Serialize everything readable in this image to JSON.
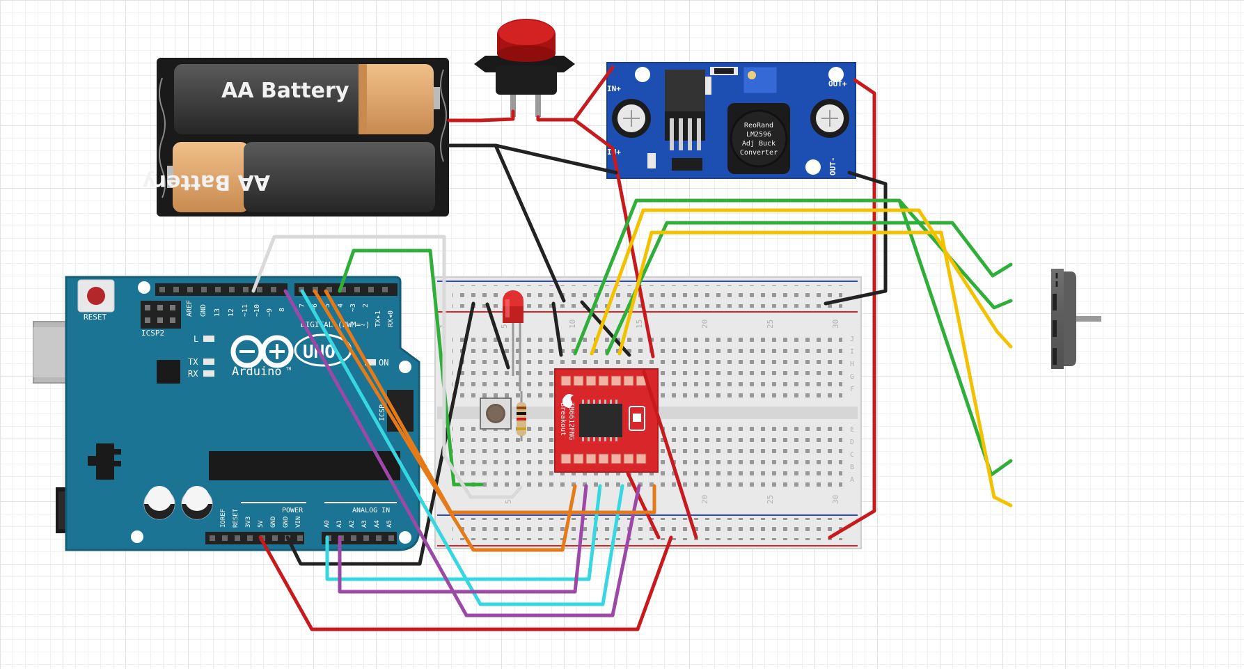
{
  "battery": {
    "label_top": "AA Battery",
    "label_bottom": "AA Battery"
  },
  "buck_converter": {
    "pin_in_plus_top": "IN+",
    "pin_in_plus_bottom": "IN+",
    "pin_out_plus": "OUT+",
    "pin_out_minus": "OUT-",
    "chip_label": [
      "ReoRand",
      "LM2596",
      "Adj Buck",
      "Converter"
    ]
  },
  "arduino": {
    "reset_label": "RESET",
    "icsp2_label": "ICSP2",
    "icsp_label": "ICSP",
    "logo_text": "Arduino",
    "trademark": "TM",
    "uno_text": "UNO",
    "on_label": "ON",
    "led_l": "L",
    "led_tx": "TX",
    "led_rx": "RX",
    "digital_pins_left": [
      "AREF",
      "GND",
      "13",
      "12",
      "~11",
      "~10",
      "~9",
      "8"
    ],
    "digital_pins_right": [
      "7",
      "~6",
      "~5",
      "4",
      "~3",
      "2",
      "TX▸1",
      "RX◂0"
    ],
    "digital_header_label": "DIGITAL (PWM=~)",
    "power_label": "POWER",
    "analog_label": "ANALOG IN",
    "power_pins": [
      "IOREF",
      "RESET",
      "3V3",
      "5V",
      "GND",
      "GND",
      "VIN"
    ],
    "analog_pins": [
      "A0",
      "A1",
      "A2",
      "A3",
      "A4",
      "A5"
    ]
  },
  "breadboard": {
    "column_numbers": [
      "1",
      "5",
      "10",
      "15",
      "20",
      "25",
      "30"
    ],
    "row_letters_top": [
      "J",
      "I",
      "H",
      "G",
      "F"
    ],
    "row_letters_bottom": [
      "E",
      "D",
      "C",
      "B",
      "A"
    ]
  },
  "driver": {
    "label_line1": "TB6612FNG",
    "label_line2": "Breakout"
  },
  "colors": {
    "wire_red": "#c8191d",
    "wire_black": "#222222",
    "wire_green": "#2fae3a",
    "wire_yellow": "#f2c200",
    "wire_cyan": "#36d7e0",
    "wire_purple": "#9b48a6",
    "wire_orange": "#e57a18",
    "wire_white": "#d9d9d9",
    "arduino_blue": "#1c7494",
    "buck_blue": "#1d4fb3",
    "driver_red": "#d8262b",
    "motor_yellow": "#efe81a",
    "motor_grey": "#6b6b6b",
    "button_red": "#cc1a1a"
  },
  "icons": [
    "arduino-infinity-logo-icon",
    "sparkfun-flame-icon",
    "push-button-icon",
    "led-icon",
    "resistor-icon",
    "motor-icon"
  ]
}
